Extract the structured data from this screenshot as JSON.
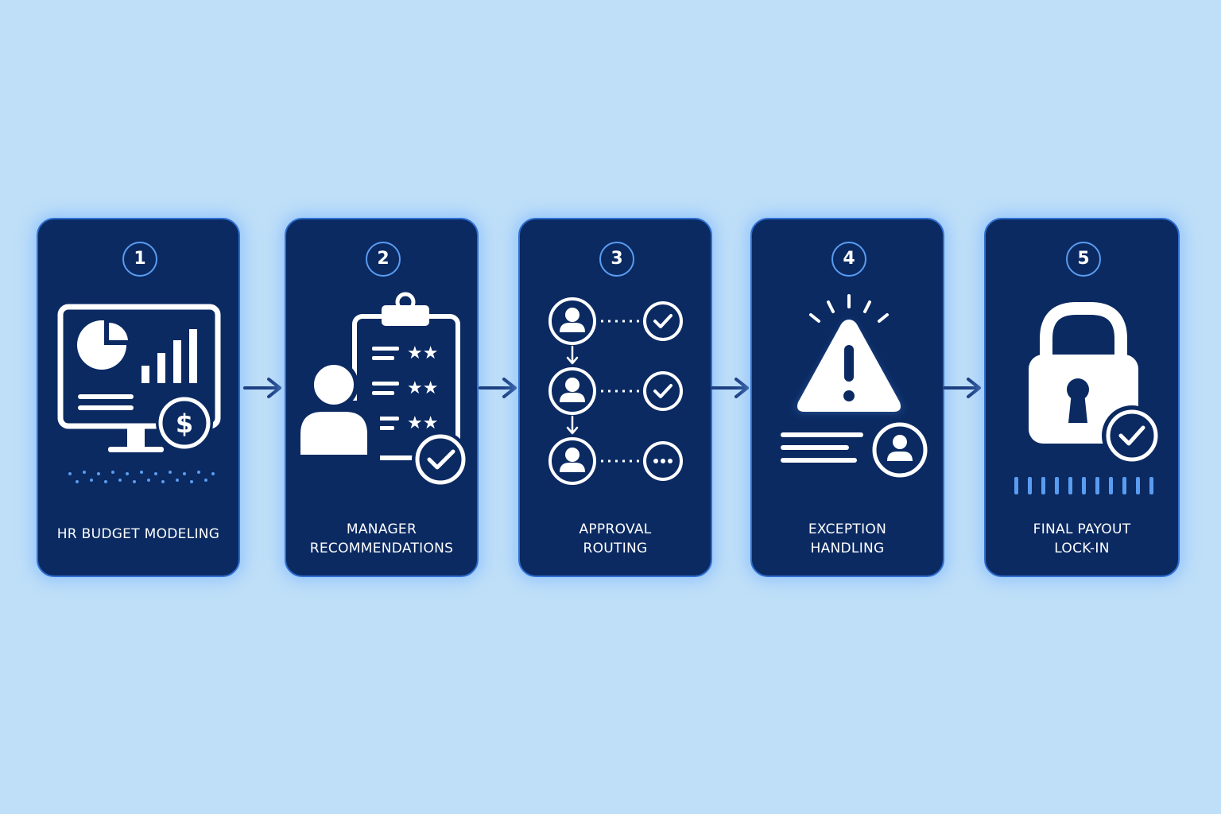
{
  "steps": [
    {
      "number": "1",
      "label_lines": [
        "HR BUDGET MODELING"
      ],
      "icon": "monitor-chart-dollar-icon"
    },
    {
      "number": "2",
      "label_lines": [
        "MANAGER",
        "RECOMMENDATIONS"
      ],
      "icon": "clipboard-person-rating-icon"
    },
    {
      "number": "3",
      "label_lines": [
        "APPROVAL",
        "ROUTING"
      ],
      "icon": "approval-chain-icon"
    },
    {
      "number": "4",
      "label_lines": [
        "EXCEPTION",
        "HANDLING"
      ],
      "icon": "warning-triangle-icon"
    },
    {
      "number": "5",
      "label_lines": [
        "FINAL PAYOUT",
        "LOCK-IN"
      ],
      "icon": "padlock-check-icon"
    }
  ],
  "colors": {
    "background": "#bfdff8",
    "card": "#0b2a62",
    "card_border": "#2f6fd0",
    "accent": "#5a9cf0",
    "icon": "#ffffff",
    "arrow": "#1d3f82"
  }
}
